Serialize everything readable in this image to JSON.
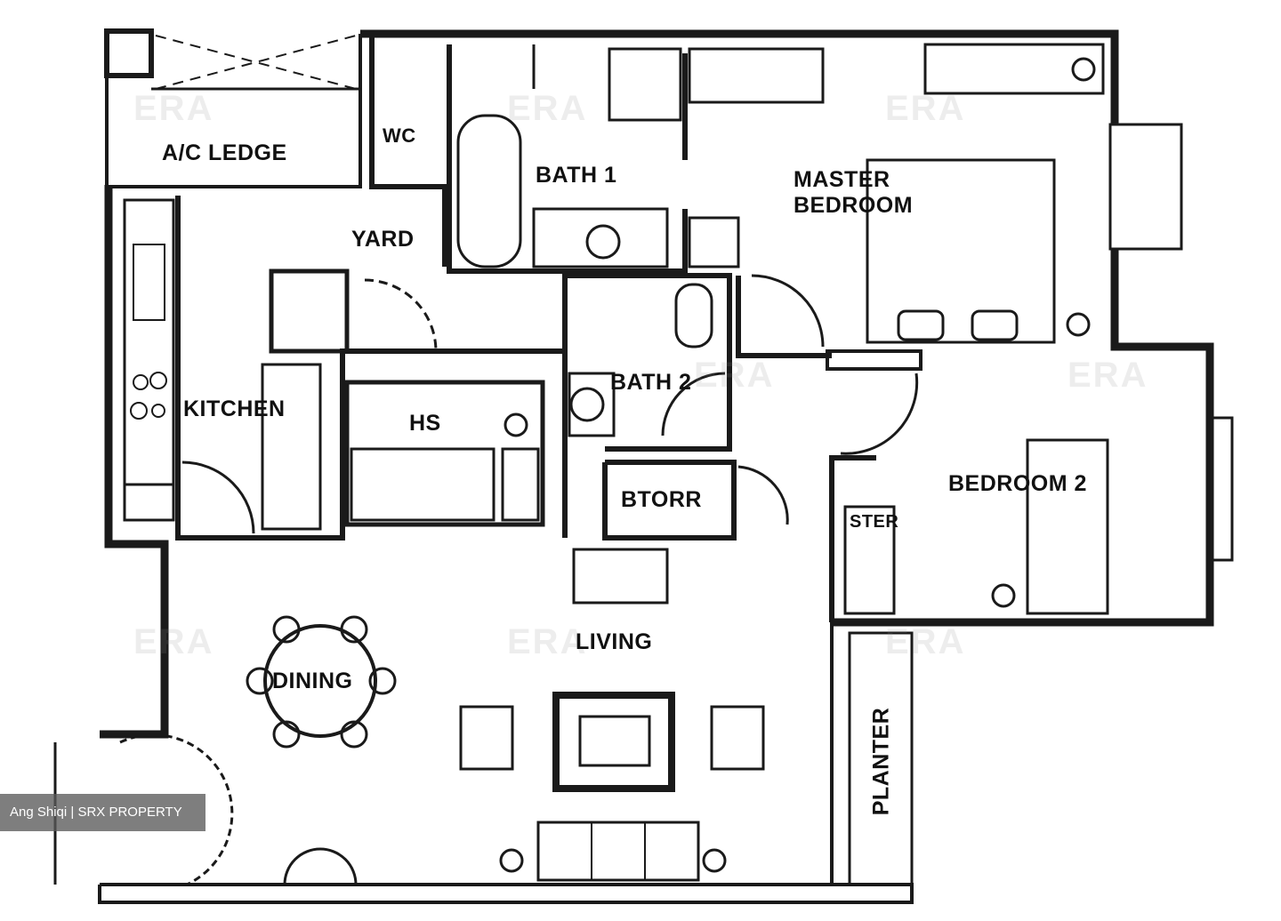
{
  "rooms": {
    "ac_ledge": "A/C LEDGE",
    "wc": "WC",
    "bath1": "BATH 1",
    "master_line1": "MASTER",
    "master_line2": "BEDROOM",
    "yard": "YARD",
    "kitchen": "KITCHEN",
    "hs": "HS",
    "bath2": "BATH 2",
    "store": "BTORR",
    "bedroom2": "BEDROOM 2",
    "stair": "STER",
    "living": "LIVING",
    "dining": "DINING",
    "planter": "PLANTER"
  },
  "watermark": {
    "text": "ERA"
  },
  "credit": {
    "text": "Ang Shiqi | SRX PROPERTY"
  },
  "colors": {
    "wall": "#1a1a1a",
    "watermark": "#8c8c8c",
    "credit_bg": "#5a5a5a"
  }
}
